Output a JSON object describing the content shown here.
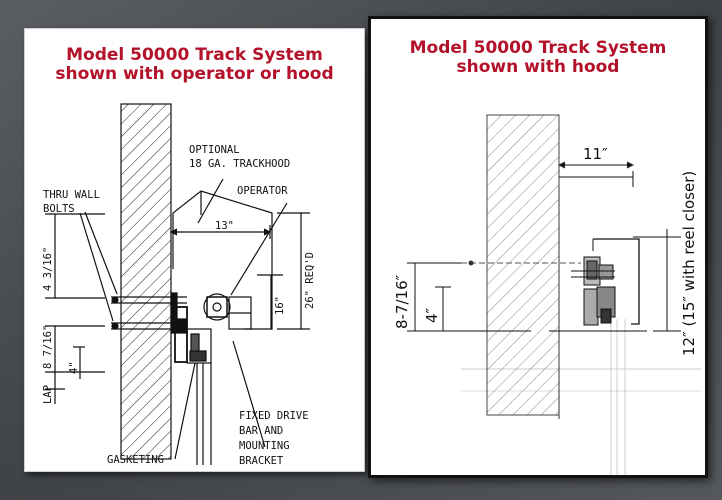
{
  "background_color": "#4a4d52",
  "title_color": "#b3122a",
  "left_panel": {
    "title_line1": "Model 50000 Track System",
    "title_line2": "shown with operator or hood",
    "labels": {
      "optional": "OPTIONAL",
      "trackhood": "18 GA. TRACKHOOD",
      "operator": "OPERATOR",
      "thru_wall": "THRU WALL",
      "bolts": "BOLTS",
      "dim_13": "13\"",
      "dim_4_3_16": "4 3/16\"",
      "dim_26_reqd": "26\" REQ'D",
      "dim_16": "16\"",
      "dim_8_7_16": "8 7/16\"",
      "dim_4": "4\"",
      "lap": "LAP",
      "gasketing": "GASKETING",
      "fixed_drive": "FIXED DRIVE",
      "bar_and": "BAR AND",
      "mounting": "MOUNTING",
      "bracket": "BRACKET"
    }
  },
  "right_panel": {
    "title_line1": "Model 50000 Track System",
    "title_line2": "shown with hood",
    "labels": {
      "dim_11": "11″",
      "dim_8_7_16": "8-7/16″",
      "dim_4": "4″",
      "dim_12_15": "12″ (15″ with reel closer)"
    }
  }
}
